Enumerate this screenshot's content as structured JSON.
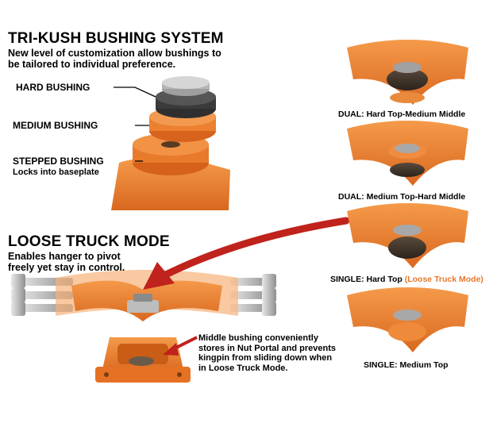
{
  "bushing_system": {
    "title": "TRI-KUSH BUSHING SYSTEM",
    "subtitle_line1": "New level of customization allow bushings to",
    "subtitle_line2": "be tailored to individual preference.",
    "hard_label": "HARD BUSHING",
    "medium_label": "MEDIUM BUSHING",
    "stepped_label": "STEPPED BUSHING",
    "stepped_note": "Locks into baseplate"
  },
  "loose_truck": {
    "title": "LOOSE TRUCK MODE",
    "subtitle_line1": "Enables hanger to pivot",
    "subtitle_line2": "freely yet stay in control.",
    "note_line1": "Middle bushing conveniently",
    "note_line2": "stores in Nut Portal and prevents",
    "note_line3": "kingpin from sliding down when",
    "note_line4": "in Loose Truck Mode."
  },
  "configs": [
    {
      "caption": "DUAL: Hard Top-Medium Middle"
    },
    {
      "caption": "DUAL: Medium Top-Hard Middle"
    },
    {
      "caption": "SINGLE: Hard Top",
      "highlight": "(Loose Truck Mode)"
    },
    {
      "caption": "SINGLE: Medium Top"
    }
  ],
  "colors": {
    "orange": "#e7782b",
    "dark_orange": "#c85a14",
    "arrow_red": "#c0221c",
    "metal": "#c9c9c9"
  }
}
